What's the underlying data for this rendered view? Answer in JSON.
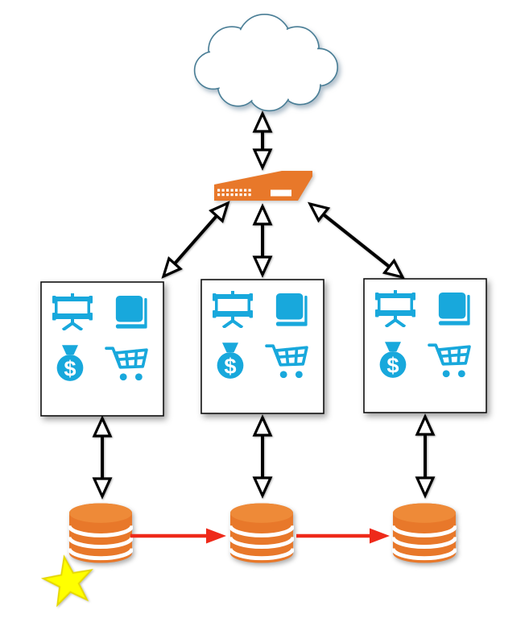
{
  "diagram": {
    "type": "network-architecture",
    "background": "#FFFFFF",
    "colors": {
      "icon_blue": "#18A8DC",
      "orange": "#E8782A",
      "database_top": "#EE8A38",
      "black": "#000000",
      "red": "#EE2A1A",
      "star_yellow": "#FFFF00",
      "star_outline": "#E6D800",
      "cloud_outline": "#4A7E96",
      "box_border": "#111111",
      "white": "#FFFFFF"
    },
    "currency_symbol": "$",
    "nodes": {
      "cloud": {
        "id": "cloud",
        "kind": "internet-cloud"
      },
      "device": {
        "id": "network-device",
        "kind": "switch",
        "port_rows": 2,
        "port_cols": 8
      },
      "servers": [
        {
          "id": "server-1",
          "icons": [
            "presentation-screen",
            "book",
            "money-bag",
            "shopping-cart"
          ]
        },
        {
          "id": "server-2",
          "icons": [
            "presentation-screen",
            "book",
            "money-bag",
            "shopping-cart"
          ]
        },
        {
          "id": "server-3",
          "icons": [
            "presentation-screen",
            "book",
            "money-bag",
            "shopping-cart"
          ]
        }
      ],
      "databases": [
        {
          "id": "database-1",
          "starred": true
        },
        {
          "id": "database-2",
          "starred": false
        },
        {
          "id": "database-3",
          "starred": false
        }
      ]
    },
    "connections": [
      {
        "from": "cloud",
        "to": "network-device",
        "type": "double-headed-open",
        "color": "black"
      },
      {
        "from": "network-device",
        "to": "server-1",
        "type": "double-headed-open",
        "color": "black"
      },
      {
        "from": "network-device",
        "to": "server-2",
        "type": "double-headed-open",
        "color": "black"
      },
      {
        "from": "network-device",
        "to": "server-3",
        "type": "double-headed-open",
        "color": "black"
      },
      {
        "from": "server-1",
        "to": "database-1",
        "type": "double-headed-open",
        "color": "black"
      },
      {
        "from": "server-2",
        "to": "database-2",
        "type": "double-headed-open",
        "color": "black"
      },
      {
        "from": "server-3",
        "to": "database-3",
        "type": "double-headed-open",
        "color": "black"
      },
      {
        "from": "database-1",
        "to": "database-2",
        "type": "single-headed-filled",
        "color": "red"
      },
      {
        "from": "database-2",
        "to": "database-3",
        "type": "single-headed-filled",
        "color": "red"
      }
    ]
  }
}
